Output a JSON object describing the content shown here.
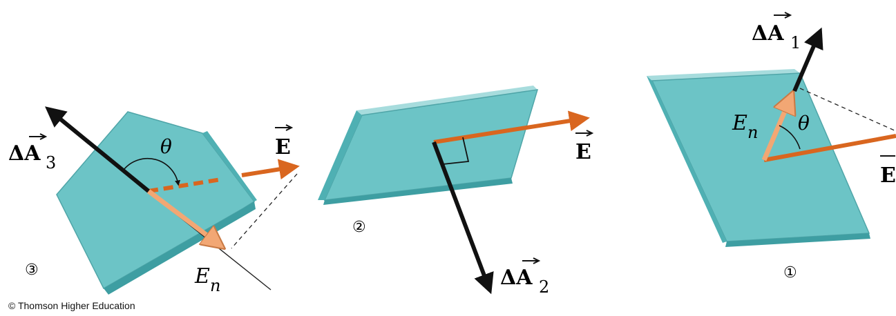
{
  "colors": {
    "plate_face": "#6cc4c6",
    "plate_edge": "#3e9ea2",
    "plate_top": "#9ad8d9",
    "field_arrow": "#d9661f",
    "normal_component": "#f2a774",
    "area_vector": "#111111"
  },
  "panels": [
    {
      "id": "case-3",
      "number": "③",
      "area_vector_label": "ΔA",
      "area_vector_subscript": "3",
      "field_label": "E",
      "angle_label": "θ",
      "component_label": "E",
      "component_subscript": "n"
    },
    {
      "id": "case-2",
      "number": "②",
      "area_vector_label": "ΔA",
      "area_vector_subscript": "2",
      "field_label": "E"
    },
    {
      "id": "case-1",
      "number": "①",
      "area_vector_label": "ΔA",
      "area_vector_subscript": "1",
      "field_label": "E",
      "angle_label": "θ",
      "component_label": "E",
      "component_subscript": "n"
    }
  ],
  "credit": "© Thomson Higher Education"
}
